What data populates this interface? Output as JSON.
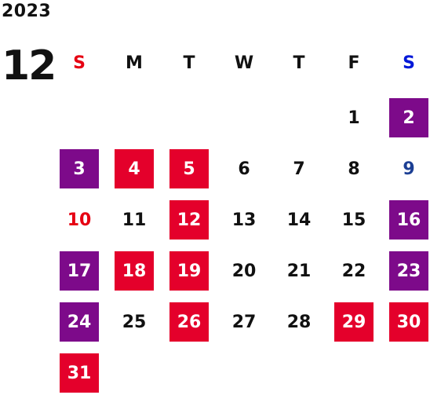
{
  "year": "2023",
  "month": "12",
  "weekdays": [
    "S",
    "M",
    "T",
    "W",
    "T",
    "F",
    "S"
  ],
  "days": [
    "1",
    "2",
    "3",
    "4",
    "5",
    "6",
    "7",
    "8",
    "9",
    "10",
    "11",
    "12",
    "13",
    "14",
    "15",
    "16",
    "17",
    "18",
    "19",
    "20",
    "21",
    "22",
    "23",
    "24",
    "25",
    "26",
    "27",
    "28",
    "29",
    "30",
    "31"
  ],
  "colors": {
    "sunday_text": "#e60012",
    "saturday_text": "#0018d8",
    "saturday_date_text": "#1c3f94",
    "weekend_closed_bg": "#7d0a8a",
    "closed_bg": "#e4002b"
  }
}
